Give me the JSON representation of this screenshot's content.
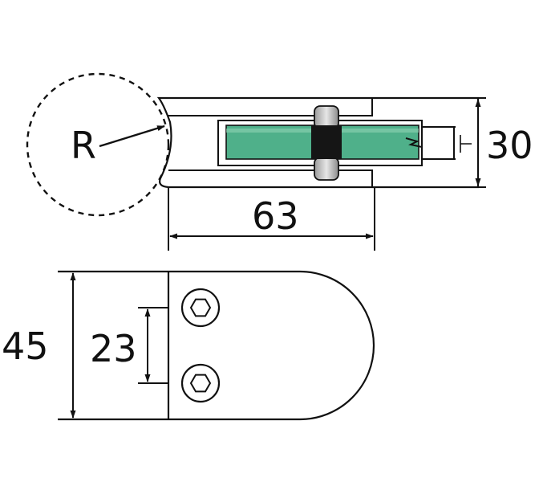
{
  "labels": {
    "radius": "R",
    "height_side": "30",
    "length": "63",
    "width": "45",
    "hole_spacing": "23"
  },
  "colors": {
    "line": "#111111",
    "glass": "#4fb08a",
    "bolt_dark": "#151515",
    "bolt_light": "#cfcfcf",
    "background": "#ffffff"
  }
}
